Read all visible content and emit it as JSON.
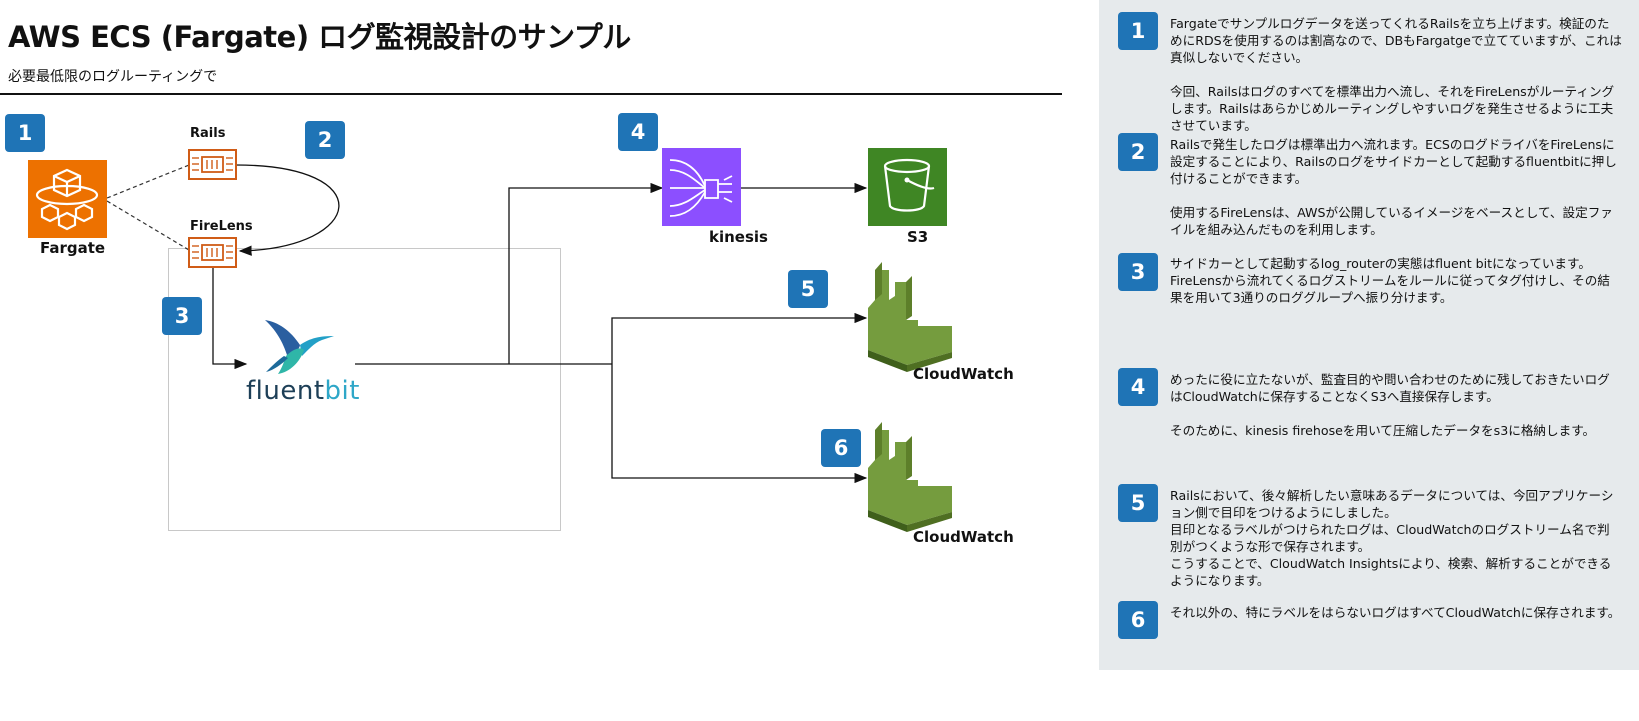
{
  "header": {
    "title": "AWS ECS (Fargate) ログ監視設計のサンプル",
    "subtitle": "必要最低限のログルーティングで"
  },
  "nodes": {
    "fargate": "Fargate",
    "rails": "Rails",
    "firelens": "FireLens",
    "fluentbit_a": "fluent",
    "fluentbit_b": "bit",
    "kinesis": "kinesis",
    "s3": "S3",
    "cloudwatch_1": "CloudWatch",
    "cloudwatch_2": "CloudWatch"
  },
  "badges": [
    "1",
    "2",
    "3",
    "4",
    "5",
    "6"
  ],
  "notes": [
    {
      "num": "1",
      "paragraphs": [
        "Fargateでサンプルログデータを送ってくれるRailsを立ち上げます。検証のためにRDSを使用するのは割高なので、DBもFargatgeで立てていますが、これは真似しないでください。",
        "今回、Railsはログのすべてを標準出力へ流し、それをFireLensがルーティングします。Railsはあらかじめルーティングしやすいログを発生させるように工夫させています。"
      ]
    },
    {
      "num": "2",
      "paragraphs": [
        "Railsで発生したログは標準出力へ流れます。ECSのログドライバをFireLensに設定することにより、Railsのログをサイドカーとして起動するfluentbitに押し付けることができます。",
        "使用するFireLensは、AWSが公開しているイメージをベースとして、設定ファイルを組み込んだものを利用します。"
      ]
    },
    {
      "num": "3",
      "paragraphs": [
        "サイドカーとして起動するlog_routerの実態はfluent bitになっています。",
        "FireLensから流れてくるログストリームをルールに従ってタグ付けし、その結果を用いて3通りのロググループへ振り分けます。"
      ]
    },
    {
      "num": "4",
      "paragraphs": [
        "めったに役に立たないが、監査目的や問い合わせのために残しておきたいログはCloudWatchに保存することなくS3へ直接保存します。",
        "そのために、kinesis firehoseを用いて圧縮したデータをs3に格納します。"
      ]
    },
    {
      "num": "5",
      "paragraphs": [
        "Railsにおいて、後々解析したい意味あるデータについては、今回アプリケーション側で目印をつけるようにしました。",
        "目印となるラベルがつけられたログは、CloudWatchのログストリーム名で判別がつくような形で保存されます。",
        "こうすることで、CloudWatch Insightsにより、検索、解析することができるようになります。"
      ]
    },
    {
      "num": "6",
      "paragraphs": [
        "それ以外の、特にラベルをはらないログはすべてCloudWatchに保存されます。"
      ]
    }
  ],
  "colors": {
    "badge": "#1f74b6",
    "fargate": "#ed7100",
    "kinesis": "#8c4fff",
    "s3": "#3f8624",
    "cloudwatch": "#759c3e",
    "panel": "#e6eaec"
  }
}
